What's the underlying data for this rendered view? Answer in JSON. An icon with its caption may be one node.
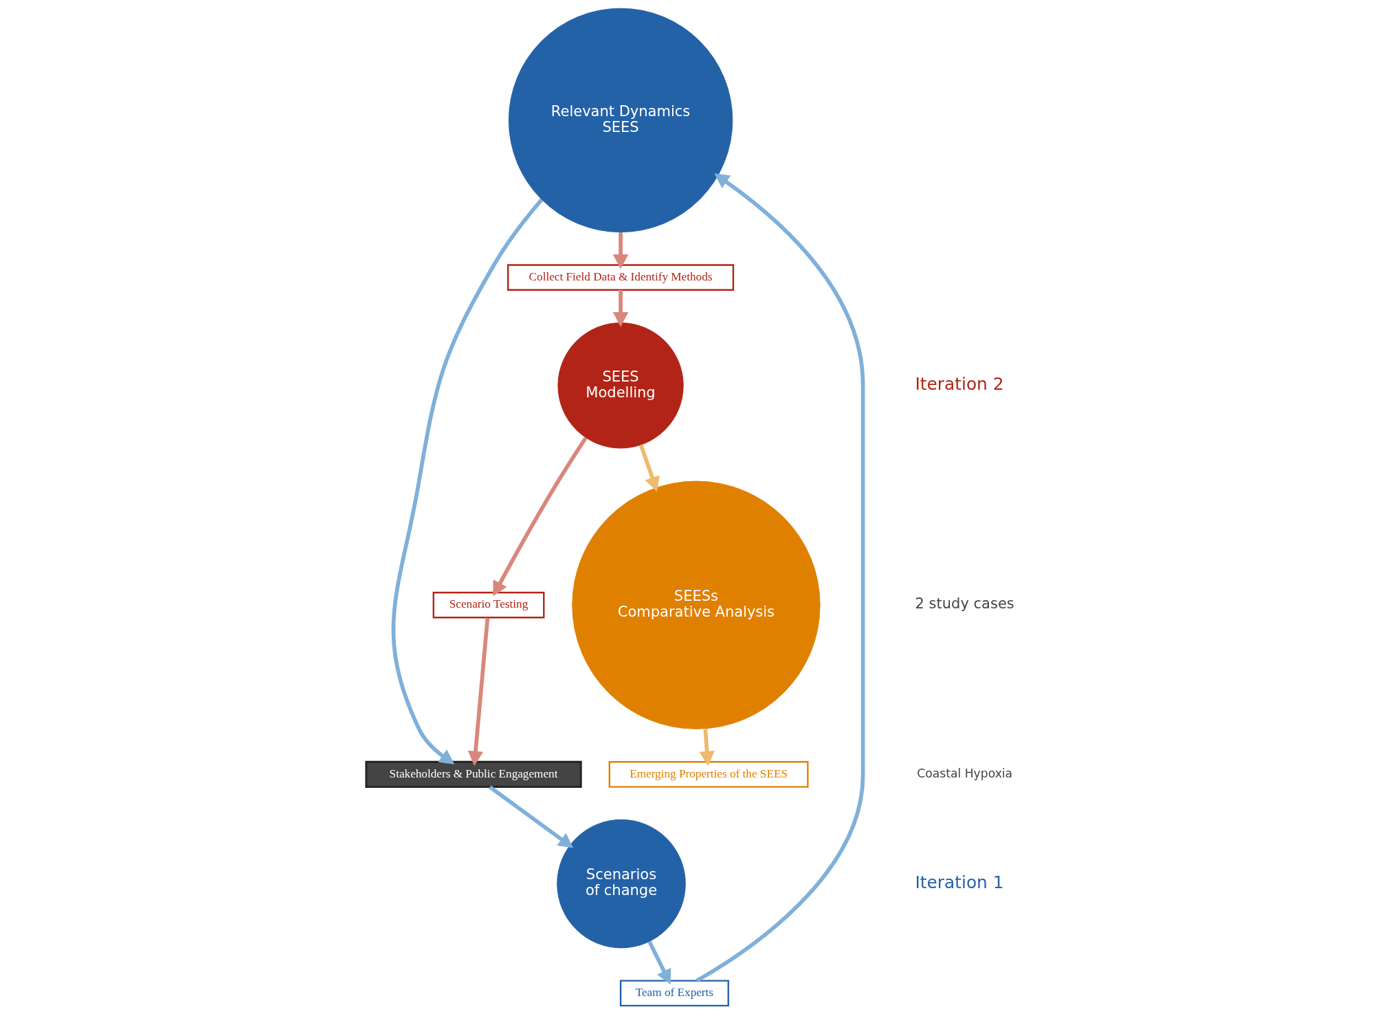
{
  "diagram": {
    "nodes": [
      {
        "text": [
          "Relevant Dynamics",
          "SEES"
        ]
      },
      {
        "text": [
          "Team of Experts"
        ]
      },
      {
        "text": [
          "Scenarios",
          "of change"
        ]
      },
      {
        "text": [
          "Stakeholders & Public Engagement"
        ]
      },
      {
        "text": [
          "Collect Field Data & Identify Methods"
        ]
      },
      {
        "text": [
          "Scenario Testing"
        ]
      },
      {
        "text": [
          "SEES",
          "Modelling"
        ]
      },
      {
        "text": [
          "Emerging Properties of the SEES"
        ]
      },
      {
        "text": [
          "SEESs",
          "Comparative Analysis"
        ]
      }
    ],
    "edges": [
      {
        "from": 2,
        "to": 1,
        "arrow": "to",
        "color": "#7fb0da"
      },
      {
        "from": 1,
        "to": 0,
        "arrow": "to",
        "color": "#7fb0da"
      },
      {
        "from": 0,
        "to": 3,
        "arrow": "to",
        "color": "#7fb0da"
      },
      {
        "from": 3,
        "to": 2,
        "arrow": "to",
        "color": "#7fb0da"
      },
      {
        "from": 0,
        "to": 4,
        "arrow": "to",
        "color": "#d9877c"
      },
      {
        "from": 4,
        "to": 6,
        "arrow": "to",
        "color": "#d9877c"
      },
      {
        "from": 6,
        "to": 5,
        "arrow": "to",
        "color": "#d9877c"
      },
      {
        "from": 5,
        "to": 3,
        "arrow": "to",
        "color": "#d9877c"
      },
      {
        "from": 6,
        "to": 8,
        "arrow": "to",
        "color": "#efb96e"
      },
      {
        "from": 8,
        "to": 7,
        "arrow": "to",
        "color": "#efb96e"
      }
    ],
    "labels": [
      "Iteration 1",
      "Iteration 2",
      "2 study cases",
      "Coastal Hypoxia"
    ]
  }
}
